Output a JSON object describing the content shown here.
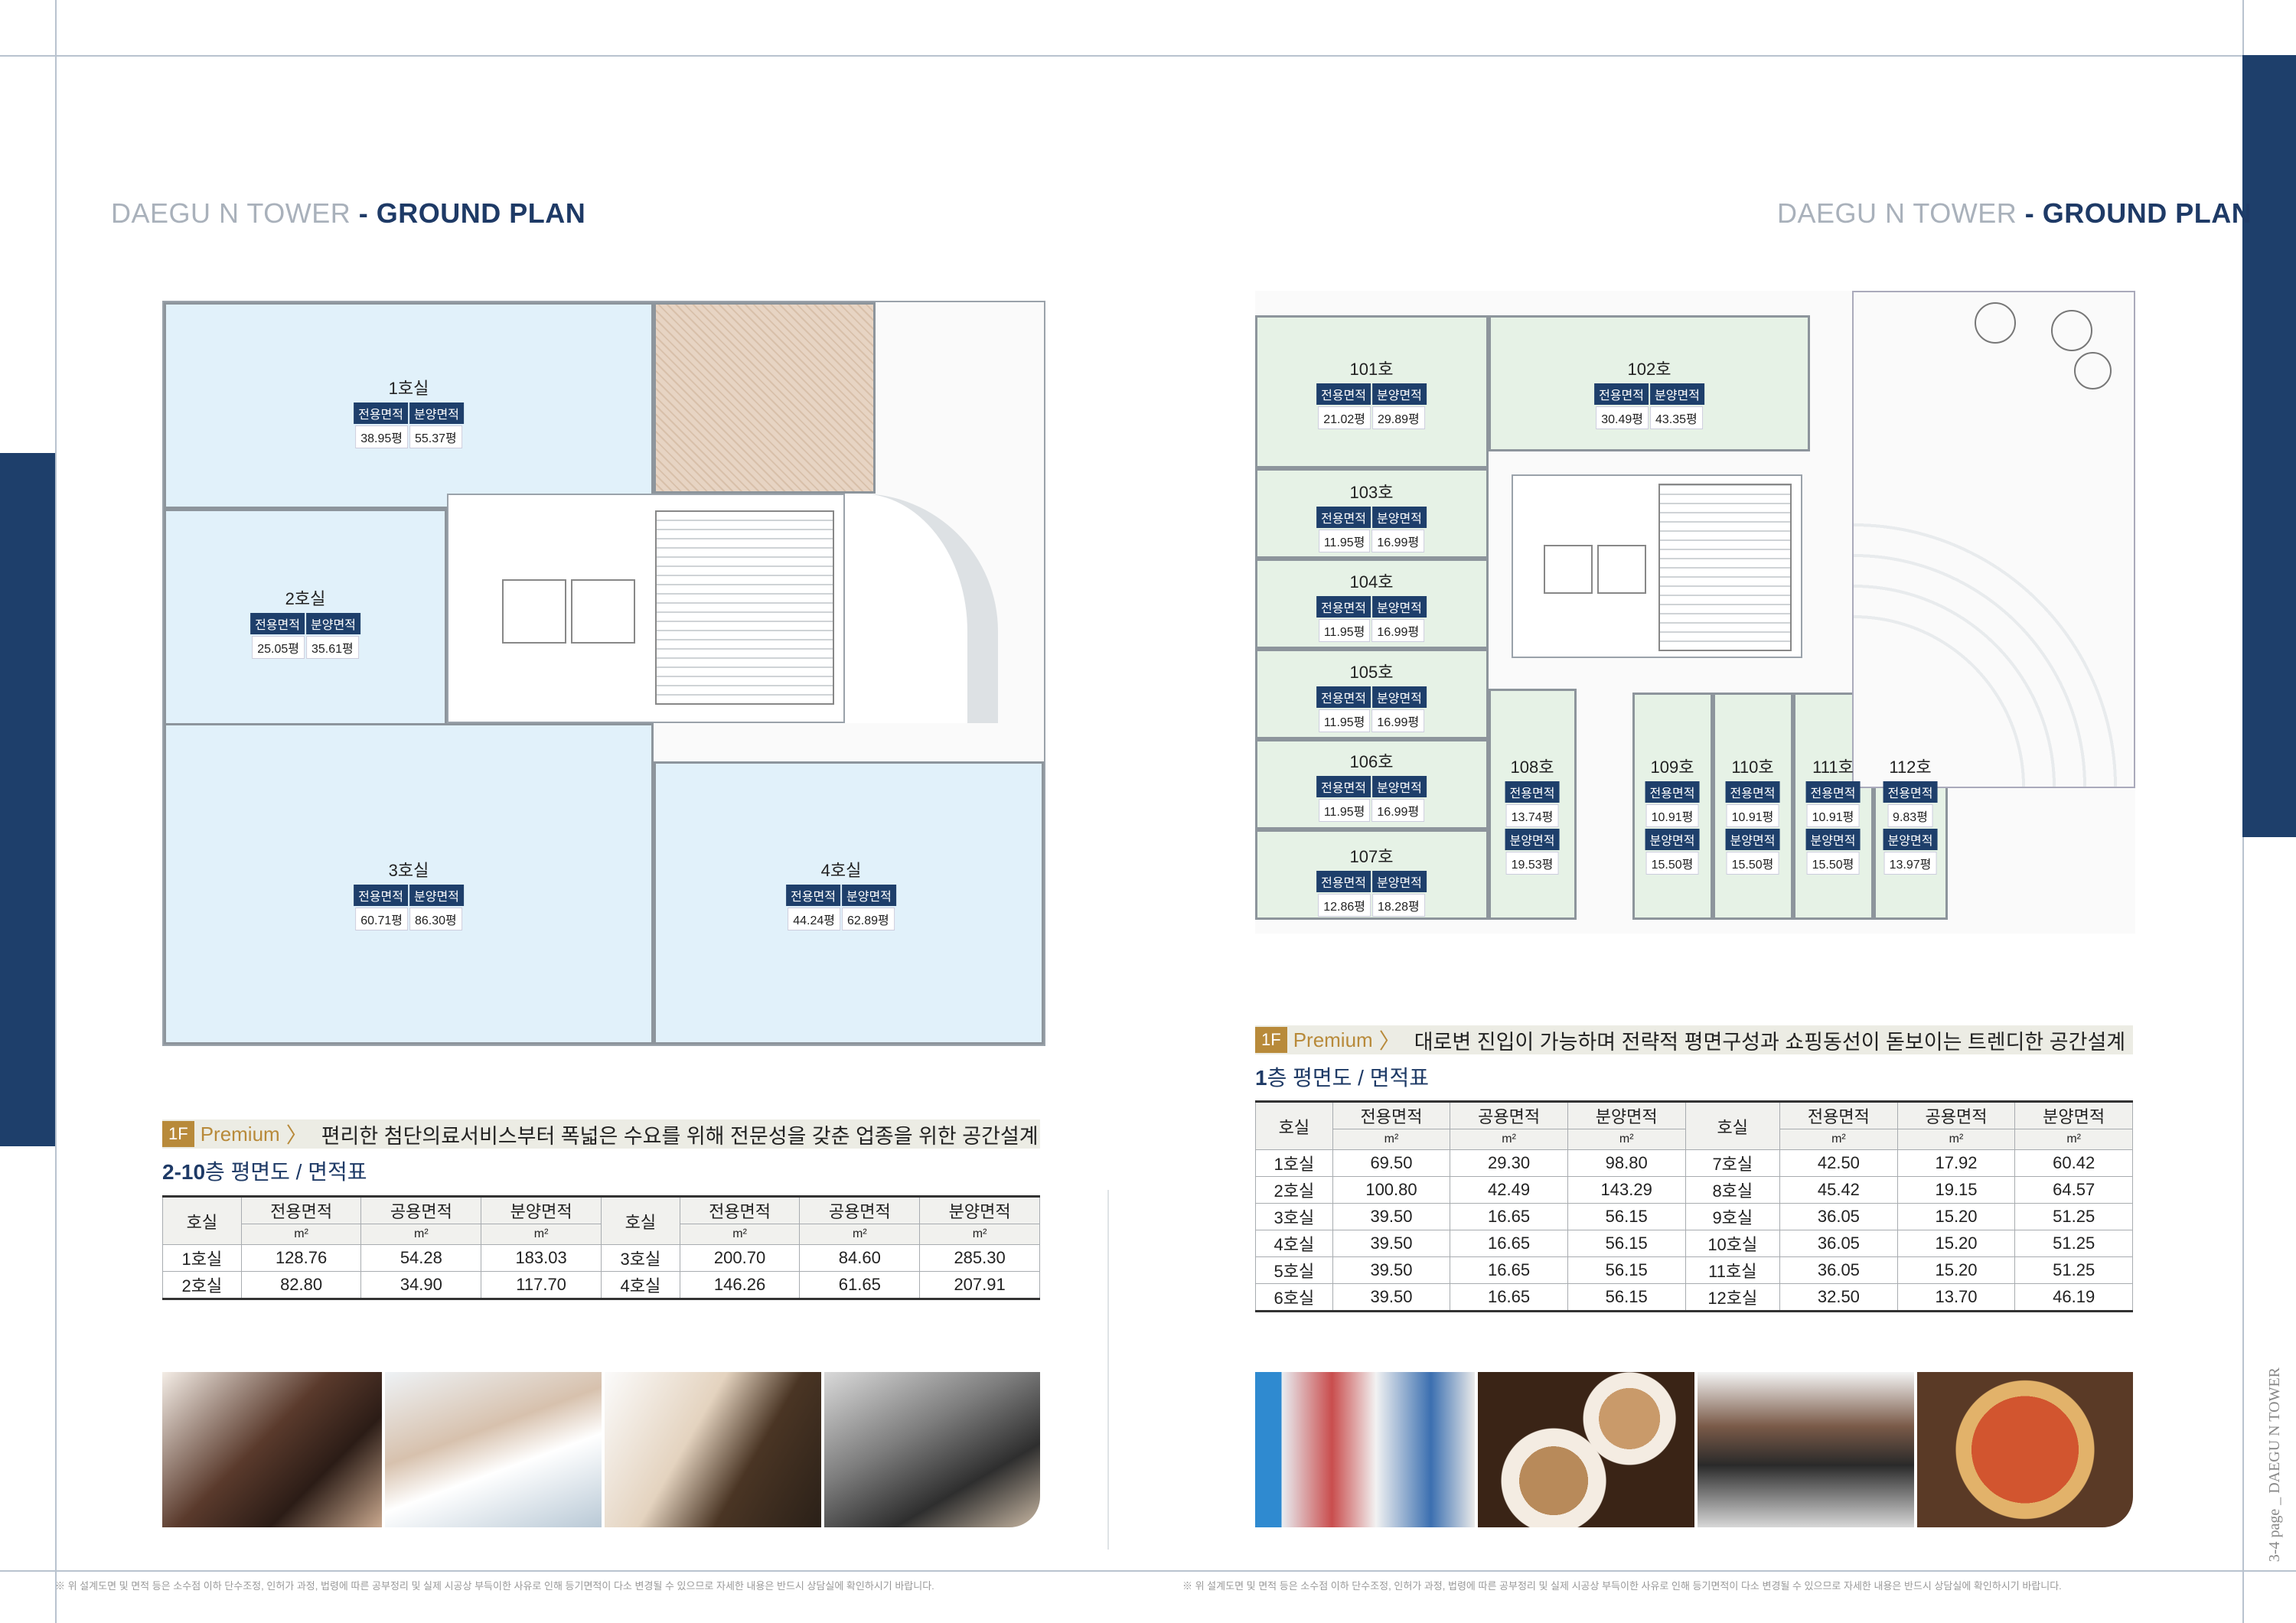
{
  "left": {
    "title_dim": "DAEGU N TOWER",
    "title_bold": " - GROUND PLAN",
    "rooms": [
      {
        "name": "1호실",
        "exclusive": "38.95평",
        "sale": "55.37평"
      },
      {
        "name": "2호실",
        "exclusive": "25.05평",
        "sale": "35.61평"
      },
      {
        "name": "3호실",
        "exclusive": "60.71평",
        "sale": "86.30평"
      },
      {
        "name": "4호실",
        "exclusive": "44.24평",
        "sale": "62.89평"
      }
    ],
    "premium": {
      "tag": "1F",
      "label": "Premium",
      "chevron": "〉",
      "desc": "편리한 첨단의료서비스부터  폭넓은 수요를 위해 전문성을 갖춘 업종을 위한 공간설계"
    },
    "subhead": {
      "bold": "2-10",
      "light": "층 평면도 / 면적표"
    },
    "table": {
      "headers": [
        "호실",
        "전용면적",
        "공용면적",
        "분양면적",
        "호실",
        "전용면적",
        "공용면적",
        "분양면적"
      ],
      "unit": "m²",
      "rows": [
        [
          "1호실",
          "128.76",
          "54.28",
          "183.03",
          "3호실",
          "200.70",
          "84.60",
          "285.30"
        ],
        [
          "2호실",
          "82.80",
          "34.90",
          "117.70",
          "4호실",
          "146.26",
          "61.65",
          "207.91"
        ]
      ]
    },
    "photos": [
      "hair-salon-photo",
      "medical-consult-photo",
      "herbal-medicine-photo",
      "fitness-cycling-photo"
    ]
  },
  "right": {
    "title_dim": "DAEGU N TOWER",
    "title_bold": " - GROUND PLAN",
    "rooms": [
      {
        "name": "101호",
        "exclusive": "21.02평",
        "sale": "29.89평"
      },
      {
        "name": "102호",
        "exclusive": "30.49평",
        "sale": "43.35평"
      },
      {
        "name": "103호",
        "exclusive": "11.95평",
        "sale": "16.99평"
      },
      {
        "name": "104호",
        "exclusive": "11.95평",
        "sale": "16.99평"
      },
      {
        "name": "105호",
        "exclusive": "11.95평",
        "sale": "16.99평"
      },
      {
        "name": "106호",
        "exclusive": "11.95평",
        "sale": "16.99평"
      },
      {
        "name": "107호",
        "exclusive": "12.86평",
        "sale": "18.28평"
      },
      {
        "name": "108호",
        "exclusive": "13.74평",
        "sale": "19.53평"
      },
      {
        "name": "109호",
        "exclusive": "10.91평",
        "sale": "15.50평"
      },
      {
        "name": "110호",
        "exclusive": "10.91평",
        "sale": "15.50평"
      },
      {
        "name": "111호",
        "exclusive": "10.91평",
        "sale": "15.50평"
      },
      {
        "name": "112호",
        "exclusive": "9.83평",
        "sale": "13.97평"
      }
    ],
    "premium": {
      "tag": "1F",
      "label": "Premium",
      "chevron": "〉",
      "desc": "대로변 진입이 가능하며 전략적 평면구성과 쇼핑동선이 돋보이는 트렌디한 공간설계"
    },
    "subhead": {
      "bold": "1",
      "light": "층 평면도 / 면적표"
    },
    "table": {
      "headers": [
        "호실",
        "전용면적",
        "공용면적",
        "분양면적",
        "호실",
        "전용면적",
        "공용면적",
        "분양면적"
      ],
      "unit": "m²",
      "rows": [
        [
          "1호실",
          "69.50",
          "29.30",
          "98.80",
          "7호실",
          "42.50",
          "17.92",
          "60.42"
        ],
        [
          "2호실",
          "100.80",
          "42.49",
          "143.29",
          "8호실",
          "45.42",
          "19.15",
          "64.57"
        ],
        [
          "3호실",
          "39.50",
          "16.65",
          "56.15",
          "9호실",
          "36.05",
          "15.20",
          "51.25"
        ],
        [
          "4호실",
          "39.50",
          "16.65",
          "56.15",
          "10호실",
          "36.05",
          "15.20",
          "51.25"
        ],
        [
          "5호실",
          "39.50",
          "16.65",
          "56.15",
          "11호실",
          "36.05",
          "15.20",
          "51.25"
        ],
        [
          "6호실",
          "39.50",
          "16.65",
          "56.15",
          "12호실",
          "32.50",
          "13.70",
          "46.19"
        ]
      ]
    },
    "photos": [
      "pharmacy-shelf-photo",
      "coffee-cups-photo",
      "grocery-store-photo",
      "pizza-photo"
    ]
  },
  "labels": {
    "exclusive": "전용면적",
    "sale": "분양면적"
  },
  "footnote": "※ 위 설계도면 및 면적 등은 소수점 이하 단수조정, 인허가 과정, 법령에 따른 공부정리 및 실제 시공상 부득이한 사유로 인해 등기면적이 다소 변경될 수 있으므로 자세한 내용은 반드시 상담실에 확인하시기 바랍니다.",
  "page_label": "3-4 page _ DAEGU N TOWER",
  "colors": {
    "navy": "#1e3f6b",
    "gold": "#b88a3a",
    "blue_room": "#e1f1fa",
    "green_room": "#e6f2e6"
  }
}
